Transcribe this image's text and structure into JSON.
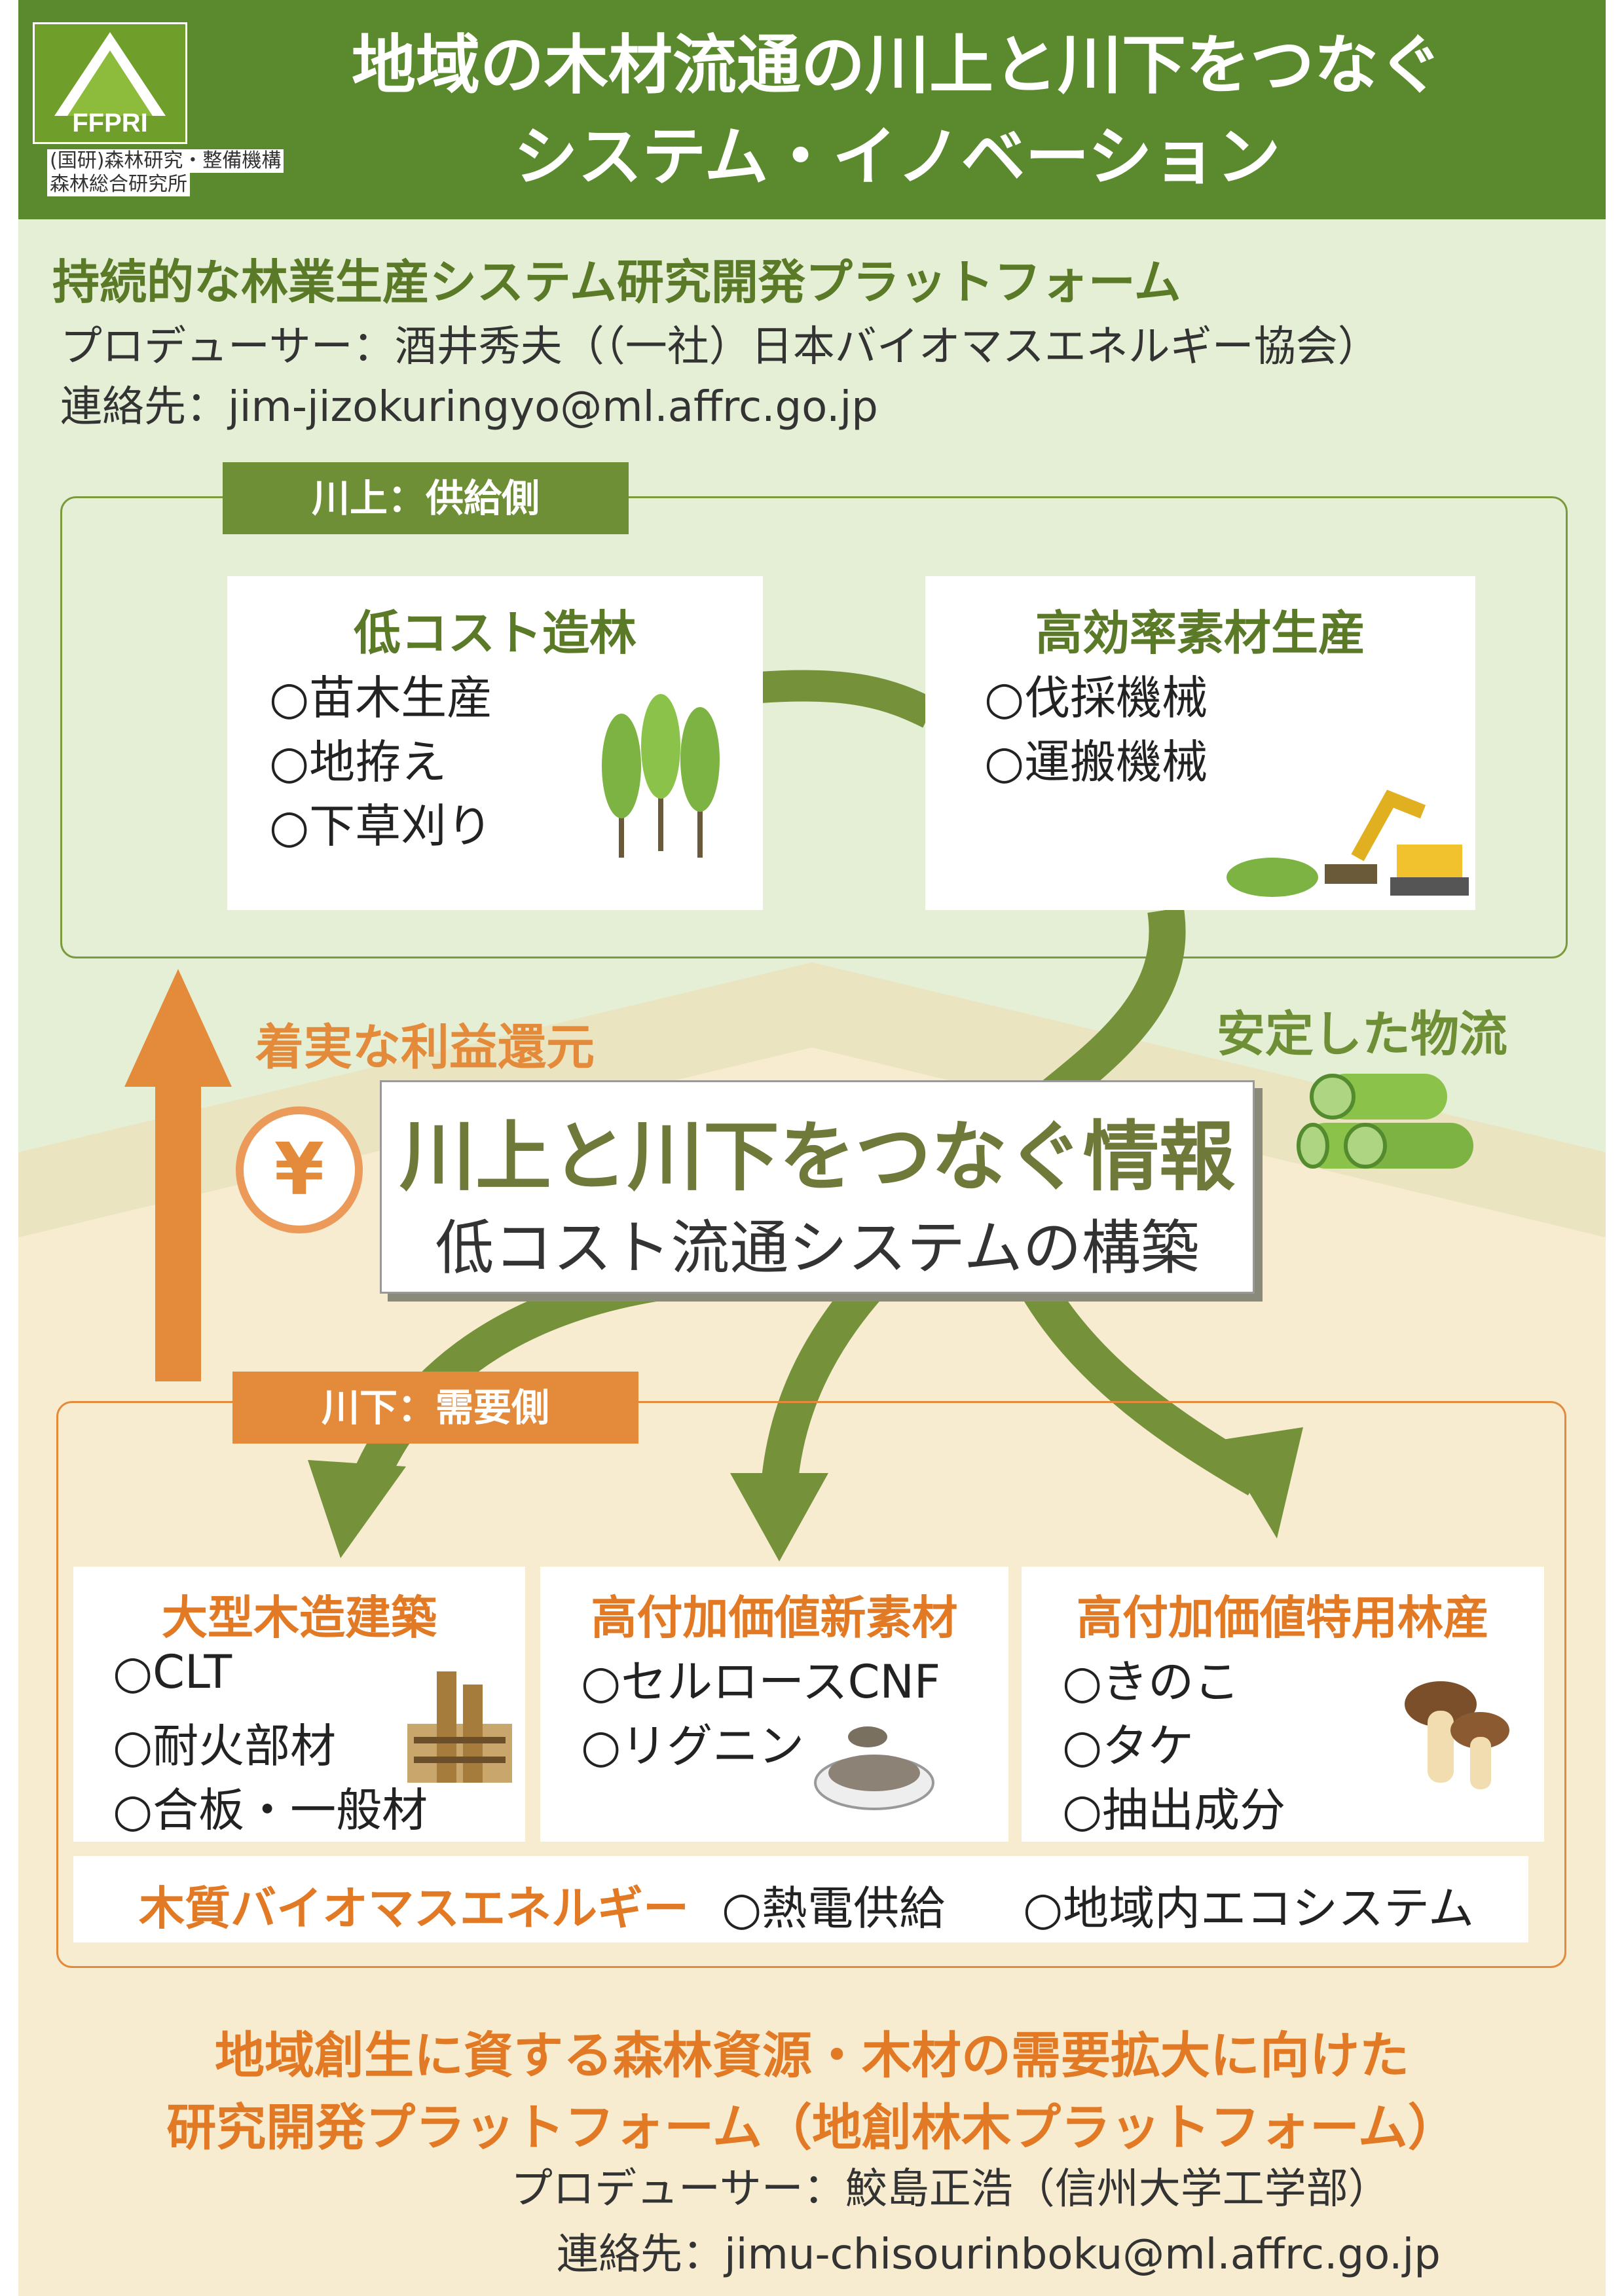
{
  "header": {
    "logo_text": "FFPRI",
    "org_line1": "(国研)森林研究・整備機構",
    "org_line2": "森林総合研究所",
    "title_line1": "地域の木材流通の川上と川下をつなぐ",
    "title_line2": "システム・イノベーション"
  },
  "platform_upper": {
    "title": "持続的な林業生産システム研究開発プラットフォーム",
    "producer": "プロデューサー：酒井秀夫（（一社）日本バイオマスエネルギー協会）",
    "contact": "連絡先：jim-jizokuringyo@ml.affrc.go.jp"
  },
  "upstream": {
    "tag": "川上：供給側",
    "card1": {
      "title": "低コスト造林",
      "items": [
        "○苗木生産",
        "○地拵え",
        "○下草刈り"
      ]
    },
    "card2": {
      "title": "高効率素材生産",
      "items": [
        "○伐採機械",
        "○運搬機械"
      ]
    }
  },
  "middle": {
    "return_label": "着実な利益還元",
    "logistics_label": "安定した物流",
    "yen_symbol": "¥",
    "center_title": "川上と川下をつなぐ情報",
    "center_subtitle": "低コスト流通システムの構築"
  },
  "downstream": {
    "tag": "川下：需要側",
    "card1": {
      "title": "大型木造建築",
      "items": [
        "○CLT",
        "○耐火部材",
        "○合板・一般材"
      ]
    },
    "card2": {
      "title": "高付加価値新素材",
      "items": [
        "○セルロースCNF",
        "○リグニン"
      ]
    },
    "card3": {
      "title": "高付加価値特用林産",
      "items": [
        "○きのこ",
        "○タケ",
        "○抽出成分"
      ]
    },
    "biomass": {
      "title": "木質バイオマスエネルギー",
      "item1": "○熱電供給",
      "item2": "○地域内エコシステム"
    }
  },
  "platform_lower": {
    "title_line1": "地域創生に資する森林資源・木材の需要拡大に向けた",
    "title_line2": "研究開発プラットフォーム（地創林木プラットフォーム）",
    "producer": "プロデューサー：鮫島正浩（信州大学工学部）",
    "contact": "連絡先：jimu-chisourinboku@ml.affrc.go.jp"
  },
  "colors": {
    "header_green": "#5b8a2e",
    "upper_bg": "#e4efd5",
    "lower_bg": "#f8ecd0",
    "arrow_green": "#75913a",
    "accent_orange": "#e48b3b"
  }
}
